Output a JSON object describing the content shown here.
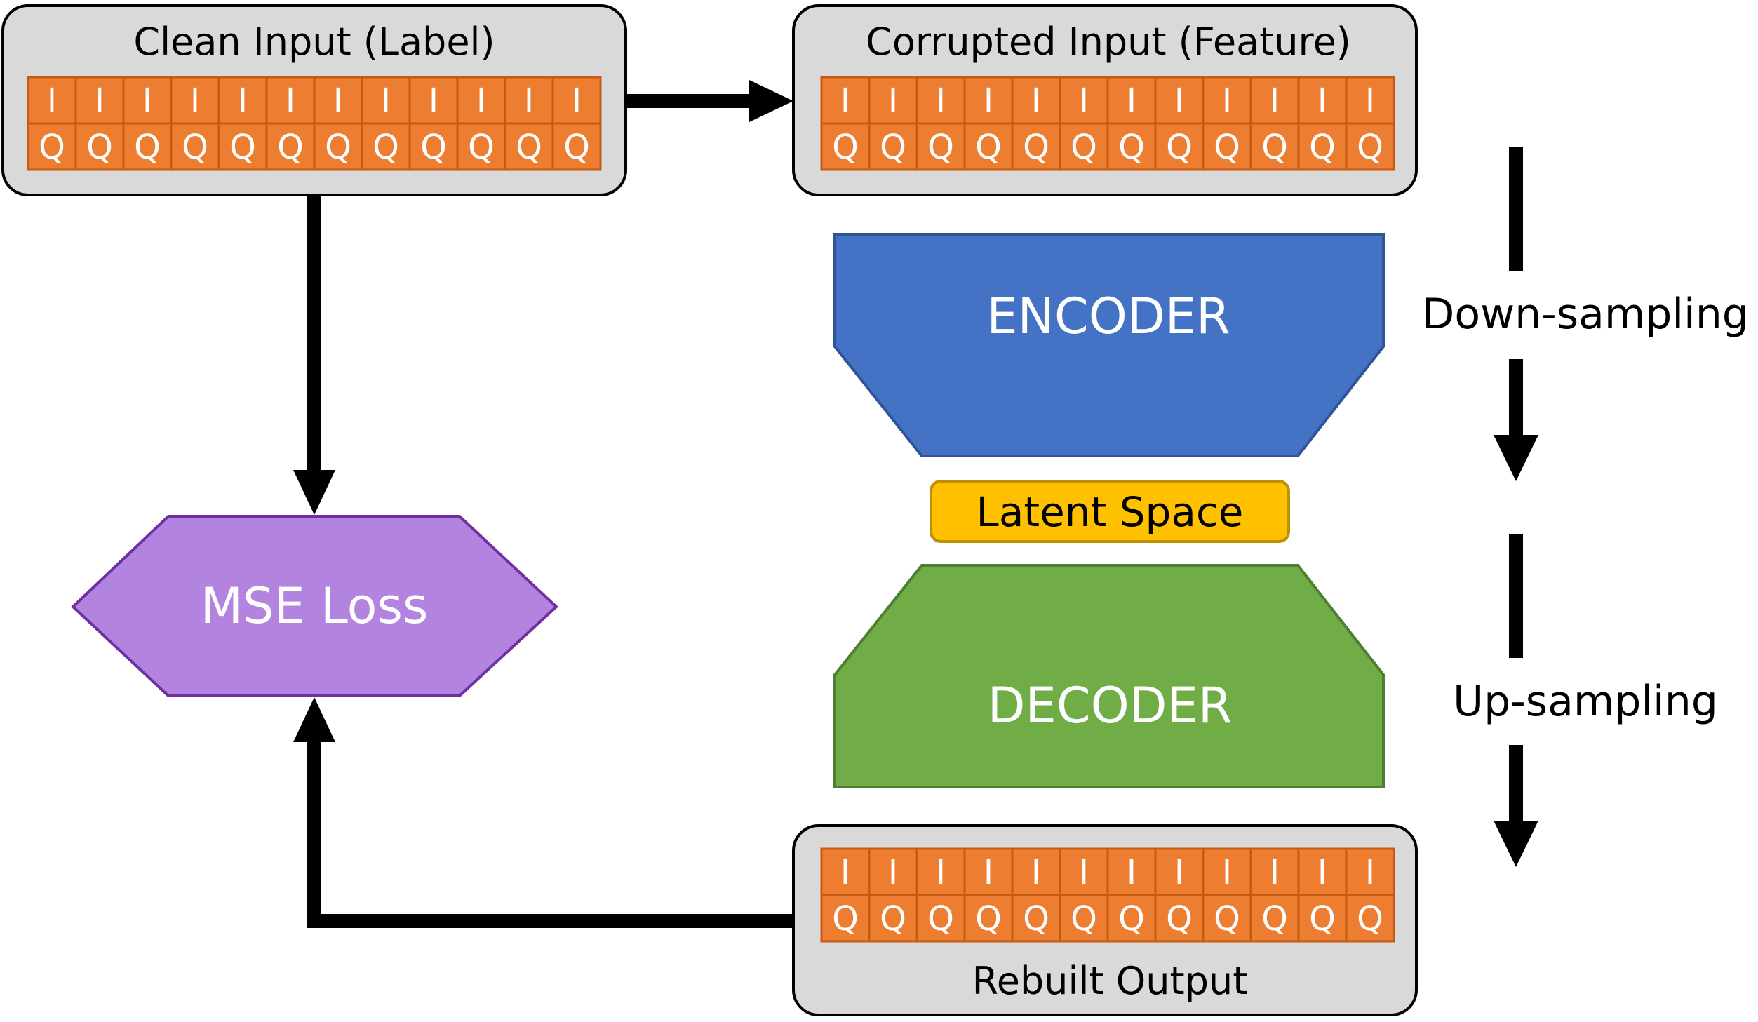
{
  "clean_input": {
    "title": "Clean Input (Label)",
    "row_top": "I",
    "row_bottom": "Q",
    "cells": 12
  },
  "corrupted_input": {
    "title": "Corrupted Input (Feature)",
    "row_top": "I",
    "row_bottom": "Q",
    "cells": 12
  },
  "rebuilt_output": {
    "title": "Rebuilt Output",
    "row_top": "I",
    "row_bottom": "Q",
    "cells": 12
  },
  "encoder": {
    "label": "ENCODER"
  },
  "decoder": {
    "label": "DECODER"
  },
  "latent": {
    "label": "Latent Space"
  },
  "loss": {
    "label": "MSE Loss"
  },
  "sampling": {
    "down": "Down-sampling",
    "up": "Up-sampling"
  },
  "colors": {
    "panel_fill": "#d9d9d9",
    "cell_fill": "#ed7d31",
    "encoder": "#4472c4",
    "decoder": "#70ad47",
    "latent": "#ffc000",
    "loss": "#b383e0"
  }
}
